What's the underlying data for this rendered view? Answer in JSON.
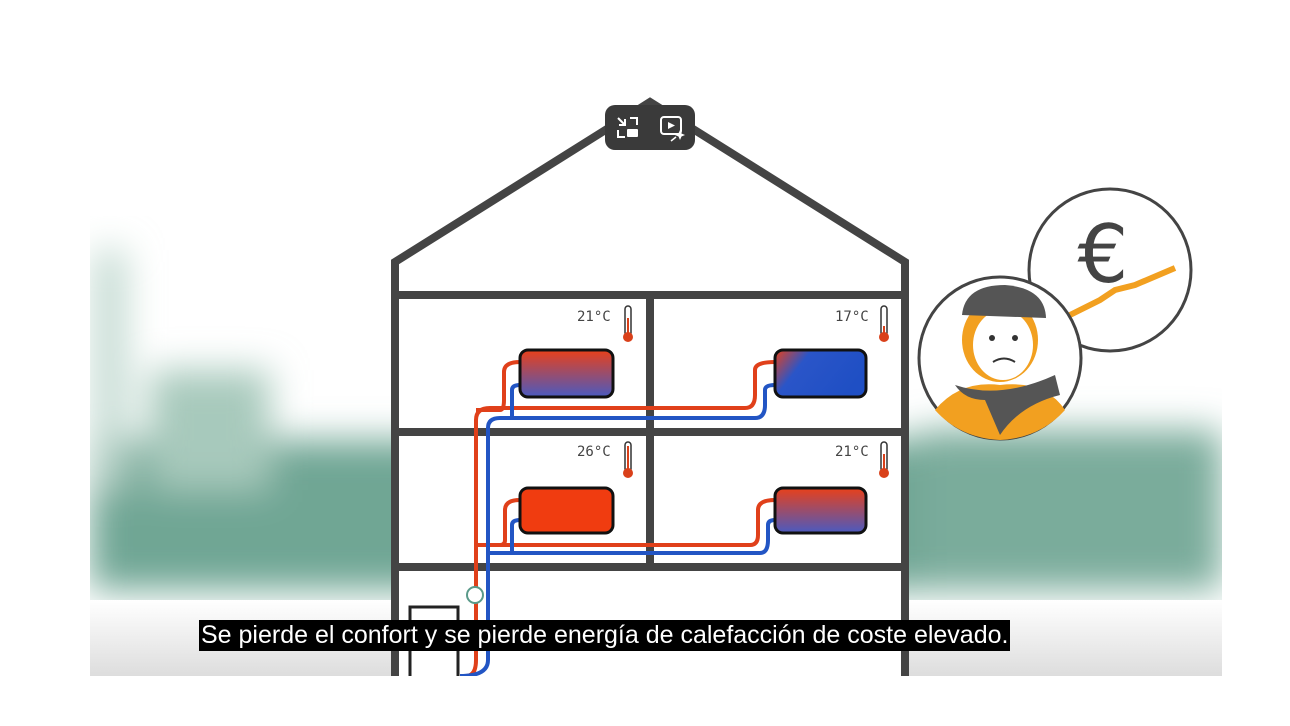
{
  "video": {
    "subtitle": "Se pierde el confort y se pierde energía de calefacción de coste elevado.",
    "controls": [
      {
        "icon": "exit-fullscreen-icon"
      },
      {
        "icon": "autoplay-sparkle-icon"
      }
    ],
    "rooms": [
      {
        "temperature": "21°C"
      },
      {
        "temperature": "17°C"
      },
      {
        "temperature": "26°C"
      },
      {
        "temperature": "21°C"
      }
    ],
    "cost_symbol": "€"
  }
}
